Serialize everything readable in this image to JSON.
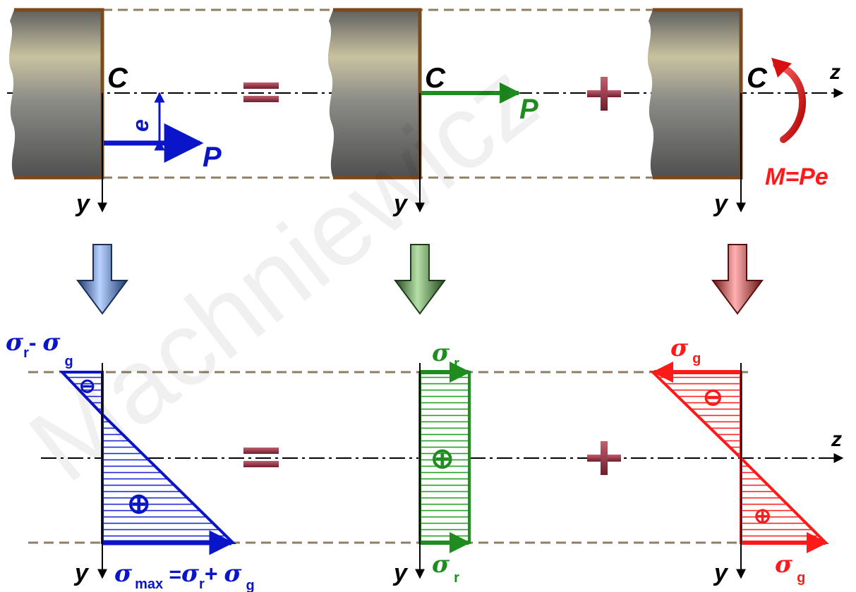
{
  "watermark": "Machniewicz",
  "colors": {
    "blue": "#0a14c8",
    "green": "#1e8c1e",
    "red": "#ff1a1a",
    "brown": "#7a4a1e",
    "dashed": "#8c7f66",
    "operator": "#9a3a4a"
  },
  "top": {
    "panel1": {
      "c_label": "C",
      "e_label": "e",
      "p_label": "P",
      "y_label": "y"
    },
    "panel2": {
      "c_label": "C",
      "p_label": "P",
      "y_label": "y"
    },
    "panel3": {
      "c_label": "C",
      "m_label": "M=Pe",
      "y_label": "y",
      "z_label": "z"
    },
    "equals": "=",
    "plus": "+"
  },
  "bottom": {
    "panel1": {
      "top_sigma1": "σ",
      "top_sub1": "r",
      "top_minus": "- ",
      "top_sigma2": "σ",
      "top_sub2": "g",
      "bot_sigma_max": "σ",
      "bot_sub_max": "max",
      "bot_eq": " =",
      "bot_sigma_r": "σ",
      "bot_sub_r": "r",
      "bot_plus": "+ ",
      "bot_sigma_g": "σ",
      "bot_sub_g": "g",
      "sign_top": "⊖",
      "sign_main": "⊕",
      "y_label": "y"
    },
    "panel2": {
      "top_sigma": "σ",
      "top_sub": "r",
      "bot_sigma": "σ",
      "bot_sub": "r",
      "sign": "⊕",
      "y_label": "y"
    },
    "panel3": {
      "top_sigma": "σ",
      "top_sub": "g",
      "bot_sigma": "σ",
      "bot_sub": "g",
      "sign_top": "⊖",
      "sign_bottom": "⊕",
      "y_label": "y",
      "z_label": "z"
    },
    "equals": "=",
    "plus": "+"
  }
}
